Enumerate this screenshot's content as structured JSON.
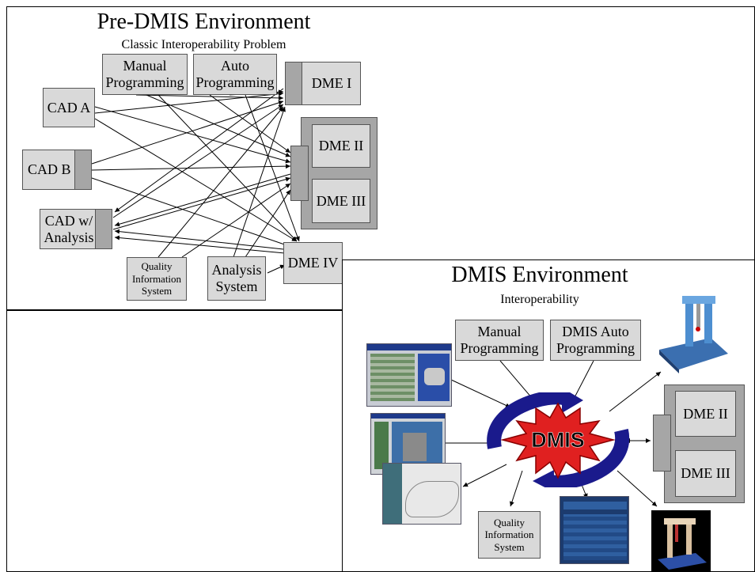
{
  "pre_dmis": {
    "title": "Pre-DMIS Environment",
    "subtitle": "Classic Interoperability Problem",
    "manual": "Manual Programming",
    "auto": "Auto Programming",
    "cad_a": "CAD A",
    "cad_b": "CAD B",
    "cad_analysis": "CAD w/ Analysis",
    "quality": "Quality Information System",
    "analysis": "Analysis System",
    "dme1": "DME I",
    "dme2": "DME II",
    "dme3": "DME III",
    "dme4": "DME IV"
  },
  "dmis": {
    "title": "DMIS Environment",
    "subtitle": "Interoperability",
    "manual": "Manual Programming",
    "auto": "DMIS Auto Programming",
    "hub": "DMIS",
    "quality": "Quality Information System",
    "dme2": "DME II",
    "dme3": "DME III"
  },
  "colors": {
    "box_fill": "#d9d9d9",
    "tab_fill": "#a6a6a6",
    "hub_red": "#e02020",
    "hub_ring_blue": "#1a1a8c"
  }
}
